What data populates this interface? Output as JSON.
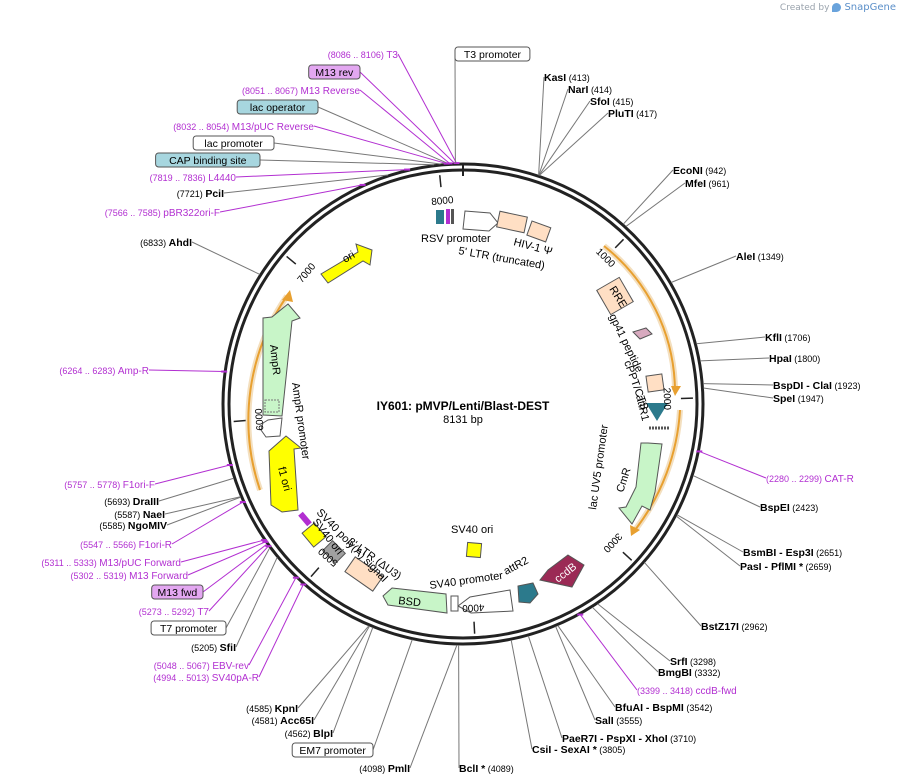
{
  "plasmid": {
    "name": "IY601: pMVP/Lenti/Blast-DEST",
    "length_label": "8131 bp",
    "length": 8131
  },
  "header": {
    "created_by": "Created by",
    "brand": "SnapGene"
  },
  "ticks": [
    "1000",
    "2000",
    "3000",
    "4000",
    "5000",
    "6000",
    "7000",
    "8000"
  ],
  "sites": [
    {
      "name": "T3",
      "range": "(8086 .. 8106)",
      "pos": 8096,
      "kind": "primer"
    },
    {
      "name": "T3 promoter",
      "pos": 8090,
      "kind": "boxed"
    },
    {
      "name": "M13 rev",
      "pos": 8085,
      "kind": "boxed-primer"
    },
    {
      "name": "M13 Reverse",
      "range": "(8051 .. 8067)",
      "pos": 8059,
      "kind": "primer"
    },
    {
      "name": "lac operator",
      "pos": 8050,
      "kind": "boxed-blue"
    },
    {
      "name": "M13/pUC Reverse",
      "range": "(8032 .. 8054)",
      "pos": 8043,
      "kind": "primer"
    },
    {
      "name": "lac promoter",
      "pos": 8010,
      "kind": "boxed"
    },
    {
      "name": "CAP binding site",
      "pos": 7975,
      "kind": "boxed-blue"
    },
    {
      "name": "L4440",
      "range": "(7819 .. 7836)",
      "pos": 7828,
      "kind": "primer"
    },
    {
      "name": "PciI",
      "num": "(7721)",
      "pos": 7721,
      "kind": "enzyme"
    },
    {
      "name": "pBR322ori-F",
      "range": "(7566 .. 7585)",
      "pos": 7575,
      "kind": "primer"
    },
    {
      "name": "AhdI",
      "num": "(6833)",
      "pos": 6833,
      "kind": "enzyme"
    },
    {
      "name": "Amp-R",
      "range": "(6264 .. 6283)",
      "pos": 6273,
      "kind": "primer"
    },
    {
      "name": "F1ori-F",
      "range": "(5757 .. 5778)",
      "pos": 5767,
      "kind": "primer"
    },
    {
      "name": "DraIII",
      "num": "(5693)",
      "pos": 5693,
      "kind": "enzyme"
    },
    {
      "name": "NaeI",
      "num": "(5587)",
      "pos": 5587,
      "kind": "enzyme"
    },
    {
      "name": "NgoMIV",
      "num": "(5585)",
      "pos": 5585,
      "kind": "enzyme"
    },
    {
      "name": "F1ori-R",
      "range": "(5547 .. 5566)",
      "pos": 5556,
      "kind": "primer"
    },
    {
      "name": "M13/pUC Forward",
      "range": "(5311 .. 5333)",
      "pos": 5322,
      "kind": "primer"
    },
    {
      "name": "M13 Forward",
      "range": "(5302 .. 5319)",
      "pos": 5310,
      "kind": "primer"
    },
    {
      "name": "M13 fwd",
      "pos": 5295,
      "kind": "boxed-primer"
    },
    {
      "name": "T7",
      "range": "(5273 .. 5292)",
      "pos": 5282,
      "kind": "primer"
    },
    {
      "name": "T7 promoter",
      "pos": 5270,
      "kind": "boxed"
    },
    {
      "name": "SfiI",
      "num": "(5205)",
      "pos": 5205,
      "kind": "enzyme"
    },
    {
      "name": "EBV-rev",
      "range": "(5048 .. 5067)",
      "pos": 5057,
      "kind": "primer"
    },
    {
      "name": "SV40pA-R",
      "range": "(4994 .. 5013)",
      "pos": 5003,
      "kind": "primer"
    },
    {
      "name": "KpnI",
      "num": "(4585)",
      "pos": 4585,
      "kind": "enzyme"
    },
    {
      "name": "Acc65I",
      "num": "(4581)",
      "pos": 4581,
      "kind": "enzyme"
    },
    {
      "name": "BlpI",
      "num": "(4562)",
      "pos": 4562,
      "kind": "enzyme"
    },
    {
      "name": "EM7 promoter",
      "pos": 4340,
      "kind": "boxed"
    },
    {
      "name": "PmlI",
      "num": "(4098)",
      "pos": 4098,
      "kind": "enzyme"
    },
    {
      "name": "BclI *",
      "num": "(4089)",
      "pos": 4089,
      "kind": "enzyme"
    },
    {
      "name": "CsiI",
      "name2": "SexAI *",
      "num": "(3805)",
      "pos": 3805,
      "kind": "enzyme"
    },
    {
      "name": "PaeR7I",
      "name2": "PspXI",
      "name3": "XhoI",
      "num": "(3710)",
      "pos": 3710,
      "kind": "enzyme"
    },
    {
      "name": "SalI",
      "num": "(3555)",
      "pos": 3555,
      "kind": "enzyme"
    },
    {
      "name": "BfuAI",
      "name2": "BspMI",
      "num": "(3542)",
      "pos": 3542,
      "kind": "enzyme"
    },
    {
      "name": "ccdB-fwd",
      "range": "(3399 .. 3418)",
      "pos": 3408,
      "kind": "primer"
    },
    {
      "name": "BmgBI",
      "num": "(3332)",
      "pos": 3332,
      "kind": "enzyme"
    },
    {
      "name": "SrfI",
      "num": "(3298)",
      "pos": 3298,
      "kind": "enzyme"
    },
    {
      "name": "BstZ17I",
      "num": "(2962)",
      "pos": 2962,
      "kind": "enzyme"
    },
    {
      "name": "PasI",
      "name2": "PflMI *",
      "num": "(2659)",
      "pos": 2659,
      "kind": "enzyme"
    },
    {
      "name": "BsmBI",
      "name2": "Esp3I",
      "num": "(2651)",
      "pos": 2651,
      "kind": "enzyme"
    },
    {
      "name": "BspEI",
      "num": "(2423)",
      "pos": 2423,
      "kind": "enzyme"
    },
    {
      "name": "CAT-R",
      "range": "(2280 .. 2299)",
      "pos": 2289,
      "kind": "primer"
    },
    {
      "name": "SpeI",
      "num": "(1947)",
      "pos": 1947,
      "kind": "enzyme"
    },
    {
      "name": "BspDI",
      "name2": "ClaI",
      "num": "(1923)",
      "pos": 1923,
      "kind": "enzyme"
    },
    {
      "name": "HpaI",
      "num": "(1800)",
      "pos": 1800,
      "kind": "enzyme"
    },
    {
      "name": "KflI",
      "num": "(1706)",
      "pos": 1706,
      "kind": "enzyme"
    },
    {
      "name": "AleI",
      "num": "(1349)",
      "pos": 1349,
      "kind": "enzyme"
    },
    {
      "name": "MfeI",
      "num": "(961)",
      "pos": 961,
      "kind": "enzyme"
    },
    {
      "name": "EcoNI",
      "num": "(942)",
      "pos": 942,
      "kind": "enzyme"
    },
    {
      "name": "PluTI",
      "num": "(417)",
      "pos": 417,
      "kind": "enzyme"
    },
    {
      "name": "SfoI",
      "num": "(415)",
      "pos": 415,
      "kind": "enzyme"
    },
    {
      "name": "NarI",
      "num": "(414)",
      "pos": 414,
      "kind": "enzyme"
    },
    {
      "name": "KasI",
      "num": "(413)",
      "pos": 413,
      "kind": "enzyme"
    }
  ],
  "features": [
    {
      "label": "RSV promoter",
      "color": "#ffffff"
    },
    {
      "label": "5' LTR (truncated)",
      "color": "#ffdfc4"
    },
    {
      "label": "HIV-1 Ψ",
      "color": "#ffdfc4"
    },
    {
      "label": "RRE",
      "color": "#ffdfc4"
    },
    {
      "label": "gp41 peptide",
      "color": "#d8aabf"
    },
    {
      "label": "cPPT/CTS",
      "color": "#ffdfc4"
    },
    {
      "label": "attR1",
      "color": "#2c7a8c"
    },
    {
      "label": "lac UV5 promoter",
      "color": "#ffffff"
    },
    {
      "label": "CmR",
      "color": "#c8f5c8"
    },
    {
      "label": "ccdB",
      "color": "#9b2a55"
    },
    {
      "label": "attR2",
      "color": "#2c7a8c"
    },
    {
      "label": "SV40 ori",
      "color": "#ffff00"
    },
    {
      "label": "SV40 promoter",
      "color": "#ffffff"
    },
    {
      "label": "BSD",
      "color": "#c8f5c8"
    },
    {
      "label": "3' LTR (ΔU3)",
      "color": "#ffdfc4"
    },
    {
      "label": "SV40 poly(A) signal",
      "color": "#a0a0a0"
    },
    {
      "label": "SV40 ori",
      "color": "#ffff00"
    },
    {
      "label": "f1 ori",
      "color": "#ffff00"
    },
    {
      "label": "AmpR promoter",
      "color": "#ffffff"
    },
    {
      "label": "AmpR",
      "color": "#c8f5c8"
    },
    {
      "label": "ori",
      "color": "#ffff00"
    }
  ],
  "colors": {
    "primer": "#b22fd1",
    "enzyme": "#000000",
    "orf": "#e8a030",
    "backbone": "#222222"
  }
}
